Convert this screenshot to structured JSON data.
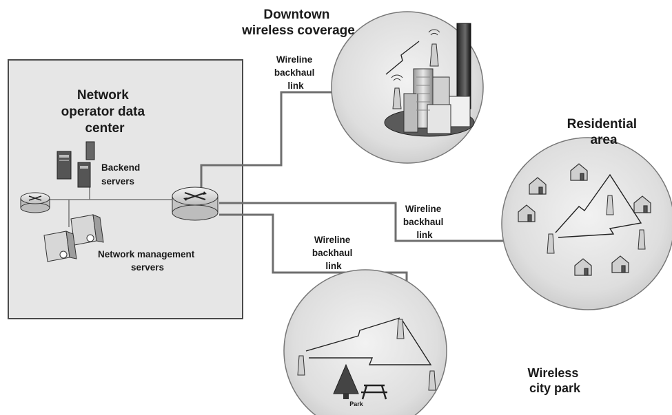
{
  "data_center": {
    "title_lines": [
      "Network",
      "operator data",
      "center"
    ],
    "backend_lines": [
      "Backend",
      "servers"
    ],
    "mgmt_lines": [
      "Network management",
      "servers"
    ]
  },
  "downtown": {
    "title_lines": [
      "Downtown",
      "wireless coverage"
    ]
  },
  "residential": {
    "title_lines": [
      "Residential",
      "area"
    ]
  },
  "park": {
    "title_lines": [
      "Wireless",
      "city park"
    ],
    "sign": "Park"
  },
  "links": {
    "downtown": [
      "Wireline",
      "backhaul",
      "link"
    ],
    "residential": [
      "Wireline",
      "backhaul",
      "link"
    ],
    "park": [
      "Wireline",
      "backhaul",
      "link"
    ]
  }
}
